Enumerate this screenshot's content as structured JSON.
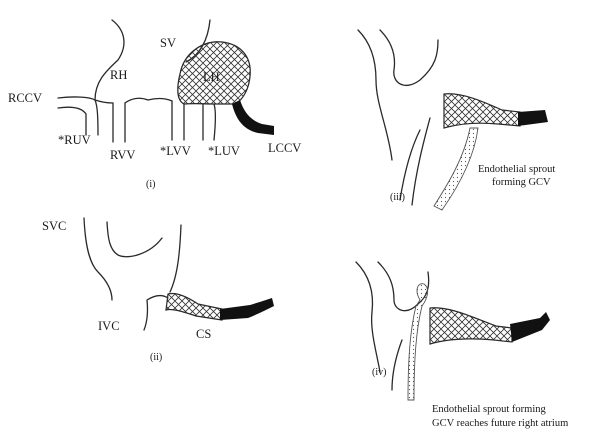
{
  "panel_i": {
    "label": "(i)",
    "sv": "SV",
    "rh": "RH",
    "lh": "LH",
    "rccv": "RCCV",
    "ruv": "*RUV",
    "rvv": "RVV",
    "lvv": "*LVV",
    "luv": "*LUV",
    "lccv": "LCCV"
  },
  "panel_ii": {
    "label": "(ii)",
    "svc": "SVC",
    "ivc": "IVC",
    "cs": "CS"
  },
  "panel_iii": {
    "label": "(iii)",
    "caption_line1": "Endothelial sprout",
    "caption_line2": "forming GCV"
  },
  "panel_iv": {
    "label": "(iv)",
    "caption_line1": "Endothelial sprout forming",
    "caption_line2": "GCV reaches future right atrium"
  },
  "colors": {
    "ink": "#2a2a2a",
    "vessel_dark": "#111111",
    "background": "#ffffff"
  }
}
